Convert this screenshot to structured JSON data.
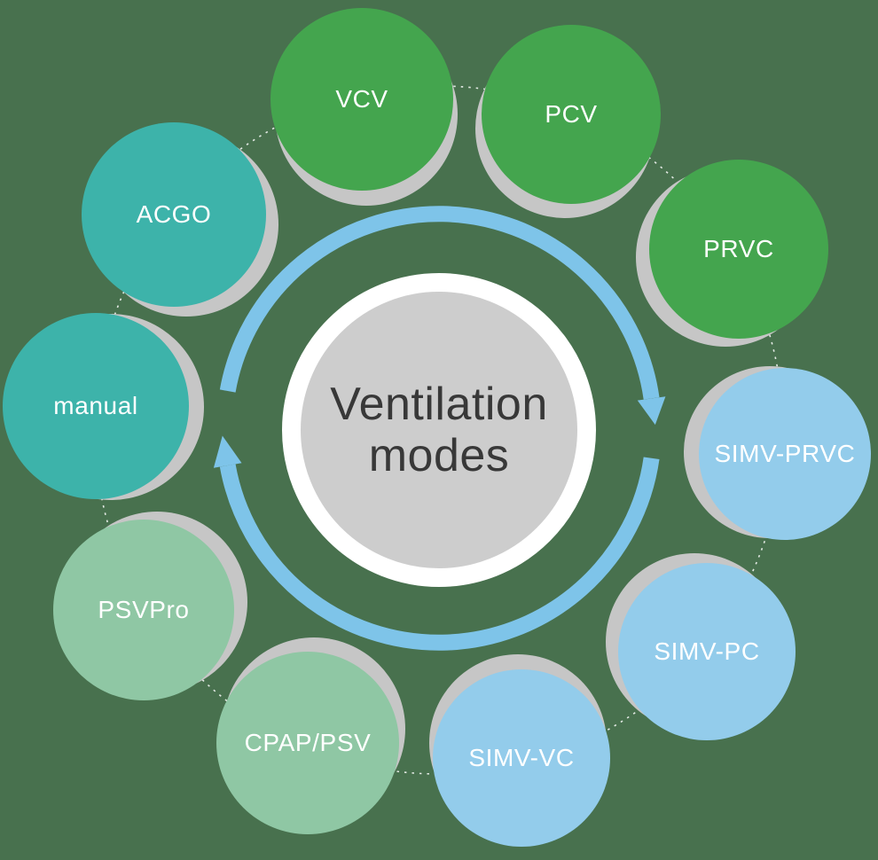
{
  "center": {
    "line1": "Ventilation",
    "line2": "modes"
  },
  "decorations": {
    "rotation_arrows": "clockwise-cycle-arrows",
    "node_ring": "dotted-circle"
  },
  "colors": {
    "background": "#48714E",
    "green": "#44A54E",
    "blue": "#93CCEB",
    "sage": "#8FC7A4",
    "teal": "#3DB3AA",
    "arrow_blue": "#7EC4E9",
    "hub_fill": "#CDCDCD",
    "hub_ring": "#FFFFFF",
    "shadow": "#C6C6C6",
    "title_text": "#383838",
    "label_text": "#FFFFFF",
    "dotted_ring": "rgba(255,255,255,0.85)"
  },
  "nodes": [
    {
      "label": "VCV",
      "color": "#44A54E"
    },
    {
      "label": "PCV",
      "color": "#44A54E"
    },
    {
      "label": "PRVC",
      "color": "#44A54E"
    },
    {
      "label": "SIMV-PRVC",
      "color": "#93CCEB"
    },
    {
      "label": "SIMV-PC",
      "color": "#93CCEB"
    },
    {
      "label": "SIMV-VC",
      "color": "#93CCEB"
    },
    {
      "label": "CPAP/PSV",
      "color": "#8FC7A4"
    },
    {
      "label": "PSVPro",
      "color": "#8FC7A4"
    },
    {
      "label": "manual",
      "color": "#3DB3AA"
    },
    {
      "label": "ACGO",
      "color": "#3DB3AA"
    }
  ]
}
